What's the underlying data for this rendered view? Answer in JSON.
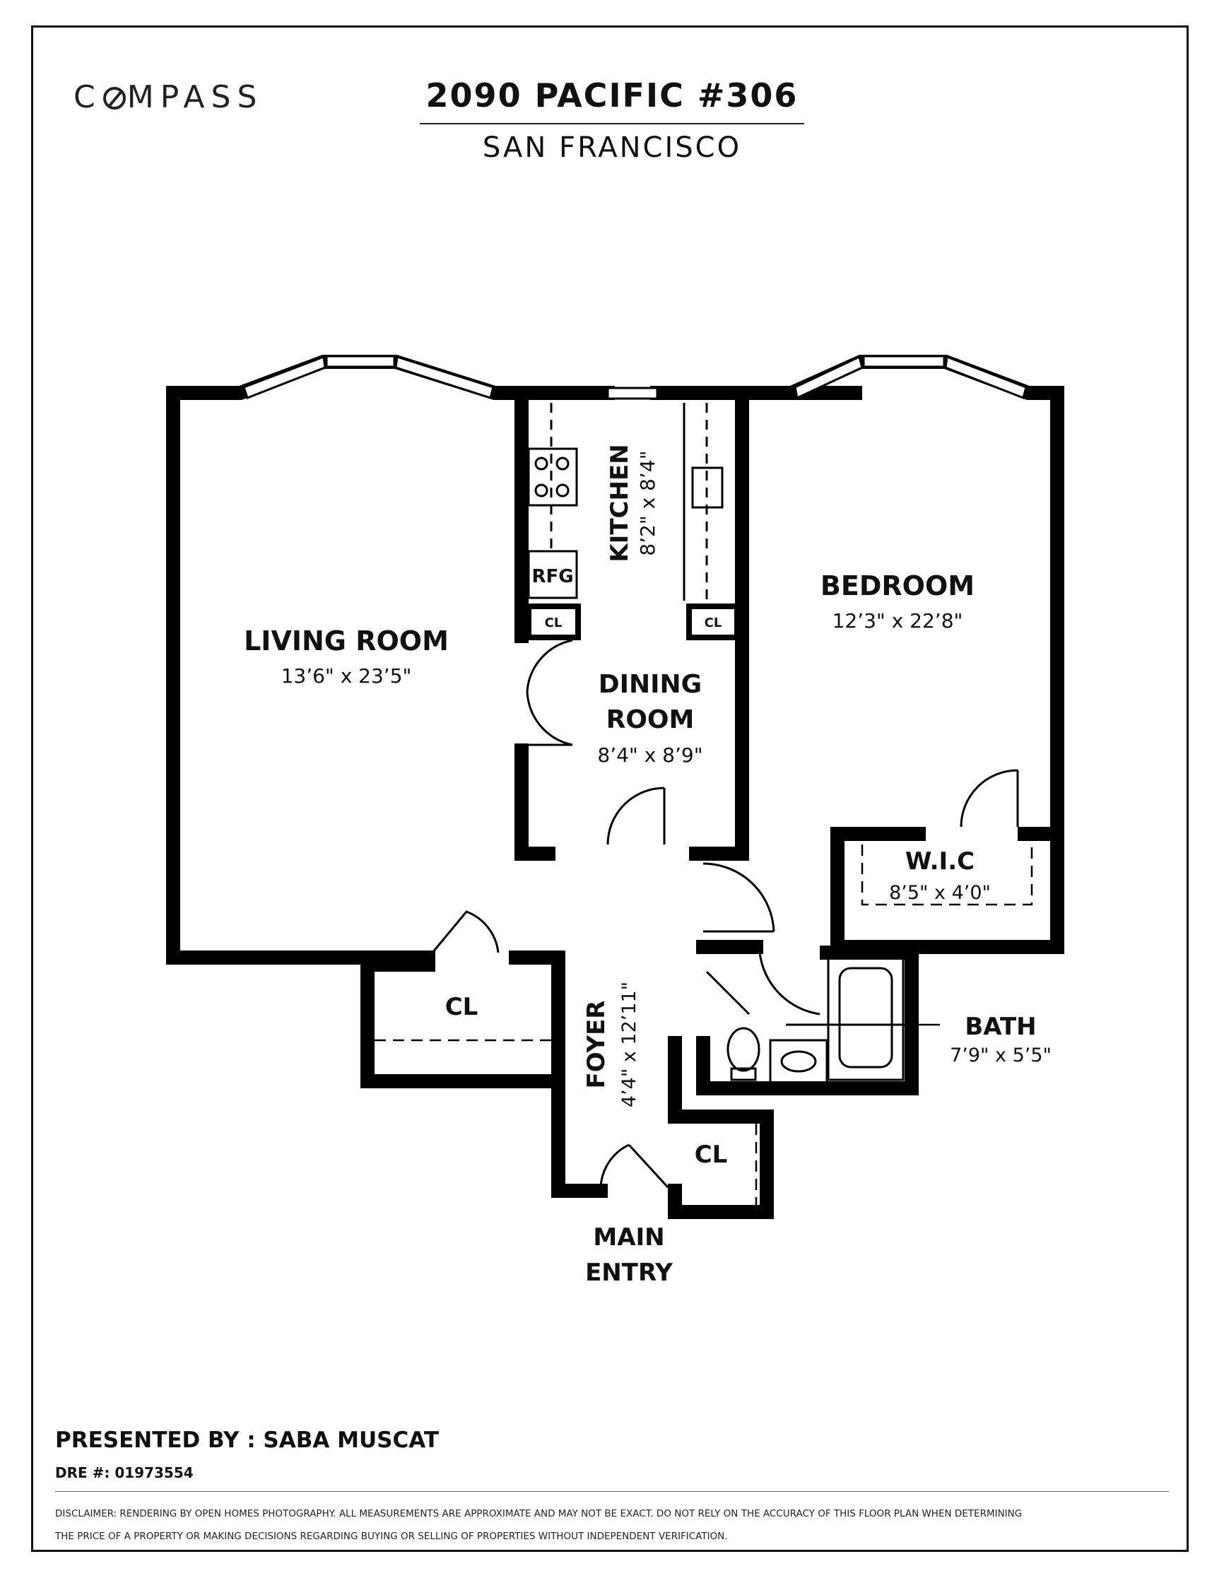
{
  "brand": {
    "logo_text_left": "C",
    "logo_text_right": "MPASS"
  },
  "header": {
    "title": "2090 PACIFIC #306",
    "subtitle": "SAN FRANCISCO"
  },
  "rooms": {
    "living": {
      "name": "LIVING ROOM",
      "size": "13’6\" x 23’5\""
    },
    "kitchen": {
      "name": "KITCHEN",
      "size": "8’2\" x 8’4\""
    },
    "rfg": "RFG",
    "cl_small_left": "CL",
    "cl_small_right": "CL",
    "dining": {
      "name_line1": "DINING",
      "name_line2": "ROOM",
      "size": "8’4\" x 8’9\""
    },
    "bedroom": {
      "name": "BEDROOM",
      "size": "12’3\" x 22’8\""
    },
    "wic": {
      "name": "W.I.C",
      "size": "8’5\" x 4’0\""
    },
    "closet_left": "CL",
    "foyer": {
      "name": "FOYER",
      "size": "4’4\" x 12’11\""
    },
    "bath": {
      "name": "BATH",
      "size": "7’9\" x 5’5\""
    },
    "closet_entry": "CL",
    "entry": {
      "line1": "MAIN",
      "line2": "ENTRY"
    }
  },
  "footer": {
    "presented_by": "PRESENTED BY : SABA MUSCAT",
    "dre": "DRE #: 01973554",
    "disclaimer_line1": "DISCLAIMER: RENDERING BY OPEN HOMES PHOTOGRAPHY. ALL MEASUREMENTS ARE APPROXIMATE AND MAY NOT BE EXACT. DO NOT RELY ON THE ACCURACY OF THIS FLOOR PLAN WHEN DETERMINING",
    "disclaimer_line2": "THE PRICE OF A PROPERTY OR MAKING DECISIONS REGARDING BUYING OR SELLING OF PROPERTIES WITHOUT INDEPENDENT VERIFICATION."
  }
}
